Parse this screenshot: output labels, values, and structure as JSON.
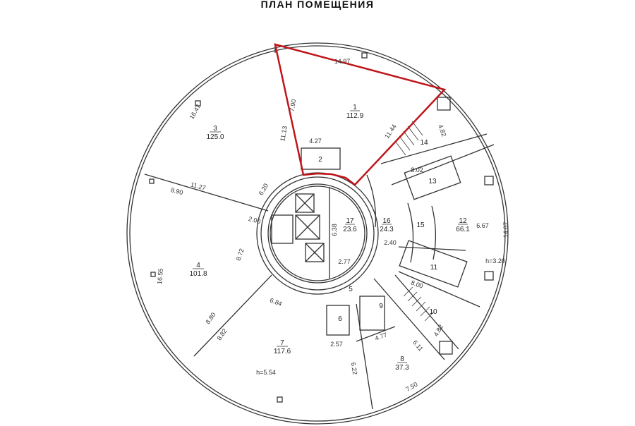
{
  "title": "ПЛАН ПОМЕЩЕНИЯ",
  "highlight_color": "#c0151a",
  "rooms": [
    {
      "number": "1",
      "area": "112.9"
    },
    {
      "number": "3",
      "area": "125.0"
    },
    {
      "number": "4",
      "area": "101.8"
    },
    {
      "number": "7",
      "area": "117.6"
    },
    {
      "number": "8",
      "area": "37.3"
    },
    {
      "number": "12",
      "area": "66.1"
    },
    {
      "number": "16",
      "area": "24.3"
    },
    {
      "number": "17",
      "area": "23.6"
    }
  ],
  "small_rooms": [
    "2",
    "5",
    "6",
    "9",
    "10",
    "11",
    "13",
    "14",
    "15"
  ],
  "dimensions": [
    "14.97",
    "7.90",
    "11.13",
    "16.47",
    "4.27",
    "11.44",
    "4.82",
    "8.02",
    "6.20",
    "11.27",
    "8.90",
    "2.00",
    "6.38",
    "2.40",
    "6.67",
    "14.07",
    "h=3.20",
    "2.77",
    "8.00",
    "8.72",
    "16.55",
    "6.84",
    "8.80",
    "8.82",
    "2.57",
    "4.77",
    "6.11",
    "4.82",
    "6.22",
    "h=5.54",
    "7.50"
  ]
}
